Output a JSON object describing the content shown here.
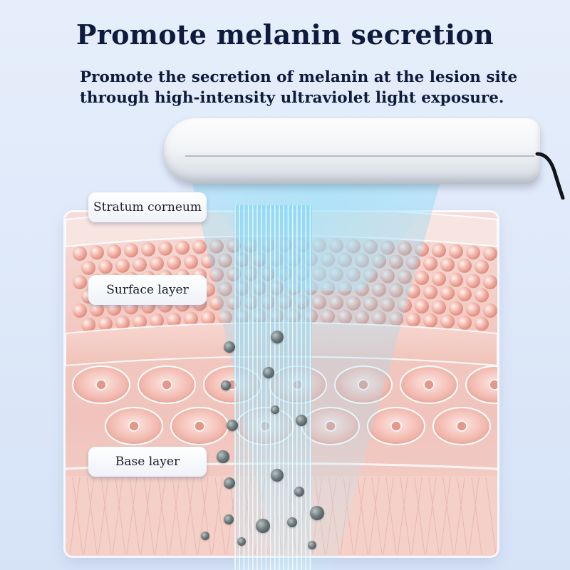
{
  "heading": {
    "title": "Promote melanin secretion",
    "subtitle": "Promote the secretion of melanin at the lesion site through high-intensity ultraviolet light exposure."
  },
  "labels": {
    "stratum_corneum": "Stratum corneum",
    "surface_layer": "Surface layer",
    "base_layer": "Base layer"
  },
  "colors": {
    "title": "#0e1b3d",
    "background": "#d9e5f8",
    "skin": "#f2c8c0",
    "beam": "#8fd8f5",
    "melanin": "#4f5b5e"
  }
}
